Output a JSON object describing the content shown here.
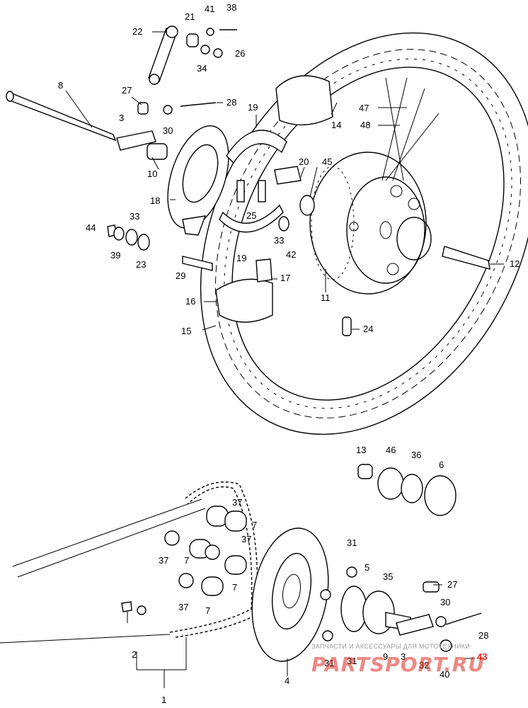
{
  "callouts": [
    {
      "id": "c38",
      "text": "38"
    },
    {
      "id": "c41",
      "text": "41"
    },
    {
      "id": "c21",
      "text": "21"
    },
    {
      "id": "c22",
      "text": "22"
    },
    {
      "id": "c26",
      "text": "26"
    },
    {
      "id": "c34",
      "text": "34"
    },
    {
      "id": "c8",
      "text": "8"
    },
    {
      "id": "c27a",
      "text": "27"
    },
    {
      "id": "c28a",
      "text": "28"
    },
    {
      "id": "c19a",
      "text": "19"
    },
    {
      "id": "c47",
      "text": "47"
    },
    {
      "id": "c3a",
      "text": "3"
    },
    {
      "id": "c30a",
      "text": "30"
    },
    {
      "id": "c14",
      "text": "14"
    },
    {
      "id": "c48",
      "text": "48"
    },
    {
      "id": "c10",
      "text": "10"
    },
    {
      "id": "c20",
      "text": "20"
    },
    {
      "id": "c45",
      "text": "45"
    },
    {
      "id": "c18",
      "text": "18"
    },
    {
      "id": "c25",
      "text": "25"
    },
    {
      "id": "c33a",
      "text": "33"
    },
    {
      "id": "c44",
      "text": "44"
    },
    {
      "id": "c33b",
      "text": "33"
    },
    {
      "id": "c42",
      "text": "42"
    },
    {
      "id": "c39",
      "text": "39"
    },
    {
      "id": "c23",
      "text": "23"
    },
    {
      "id": "c19b",
      "text": "19"
    },
    {
      "id": "c12",
      "text": "12"
    },
    {
      "id": "c29",
      "text": "29"
    },
    {
      "id": "c17",
      "text": "17"
    },
    {
      "id": "c11",
      "text": "11"
    },
    {
      "id": "c16",
      "text": "16"
    },
    {
      "id": "c15",
      "text": "15"
    },
    {
      "id": "c24",
      "text": "24"
    },
    {
      "id": "c13",
      "text": "13"
    },
    {
      "id": "c46",
      "text": "46"
    },
    {
      "id": "c36",
      "text": "36"
    },
    {
      "id": "c6",
      "text": "6"
    },
    {
      "id": "c37a",
      "text": "37"
    },
    {
      "id": "c7a",
      "text": "7"
    },
    {
      "id": "c37b",
      "text": "37"
    },
    {
      "id": "c37c",
      "text": "37"
    },
    {
      "id": "c7b",
      "text": "7"
    },
    {
      "id": "c31a",
      "text": "31"
    },
    {
      "id": "c5",
      "text": "5"
    },
    {
      "id": "c35",
      "text": "35"
    },
    {
      "id": "c7c",
      "text": "7"
    },
    {
      "id": "c27b",
      "text": "27"
    },
    {
      "id": "c37d",
      "text": "37"
    },
    {
      "id": "c7d",
      "text": "7"
    },
    {
      "id": "c30b",
      "text": "30"
    },
    {
      "id": "c28b",
      "text": "28"
    },
    {
      "id": "c9",
      "text": "9"
    },
    {
      "id": "c3b",
      "text": "3"
    },
    {
      "id": "c43",
      "text": "43"
    },
    {
      "id": "c2",
      "text": "2"
    },
    {
      "id": "c31b",
      "text": "31"
    },
    {
      "id": "c31c",
      "text": "31"
    },
    {
      "id": "c32",
      "text": "32"
    },
    {
      "id": "c40",
      "text": "40"
    },
    {
      "id": "c4",
      "text": "4"
    },
    {
      "id": "c1",
      "text": "1"
    }
  ],
  "watermark": {
    "caption": "ЗАПЧАСТИ И АКСЕССУАРЫ ДЛЯ МОТОТЕХНИКИ",
    "logo": "PARTSPORT.RU",
    "color": "#e0231c"
  }
}
